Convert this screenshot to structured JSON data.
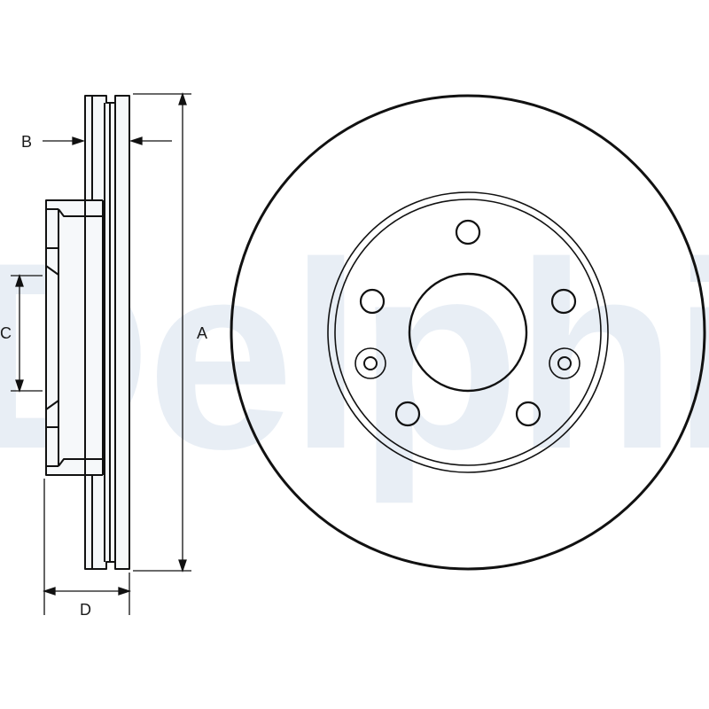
{
  "watermark": {
    "text": "Delphi",
    "color": "#e8eef5"
  },
  "dimensions": {
    "a": "A",
    "b": "B",
    "c": "C",
    "d": "D"
  },
  "colors": {
    "stroke": "#111111",
    "fill_light": "#f2f5f8",
    "background": "#ffffff"
  }
}
